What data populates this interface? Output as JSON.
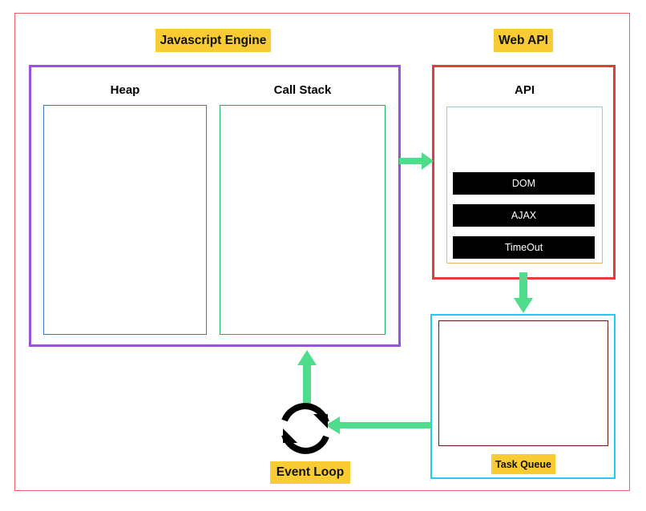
{
  "diagram": {
    "title_tags": {
      "javascript_engine": "Javascript Engine",
      "web_api": "Web API",
      "event_loop": "Event Loop",
      "task_queue": "Task Queue"
    },
    "headings": {
      "heap": "Heap",
      "call_stack": "Call Stack",
      "api": "API"
    },
    "api_items": [
      {
        "label": "DOM"
      },
      {
        "label": "AJAX"
      },
      {
        "label": "TimeOut"
      }
    ],
    "arrows": [
      {
        "name": "engine-to-api",
        "direction": "right"
      },
      {
        "name": "api-to-task-queue",
        "direction": "down"
      },
      {
        "name": "task-queue-to-event-loop",
        "direction": "left"
      },
      {
        "name": "event-loop-to-engine",
        "direction": "up"
      }
    ],
    "icons": {
      "event_loop": "refresh-cycle-icon"
    },
    "colors": {
      "outer_frame": "#ee6163",
      "js_engine_border": "#9b51e0",
      "heap_border": "#3b78c2",
      "call_stack_border": "#1fb563",
      "web_api_border": "#e83b37",
      "api_inner_border": "#f5b266",
      "task_queue_border": "#22ccee",
      "task_queue_inner_border": "#6b1414",
      "tag_background": "#facc33",
      "arrow": "#4ddd8b",
      "chip_background": "#000000",
      "chip_text": "#ffffff"
    }
  }
}
